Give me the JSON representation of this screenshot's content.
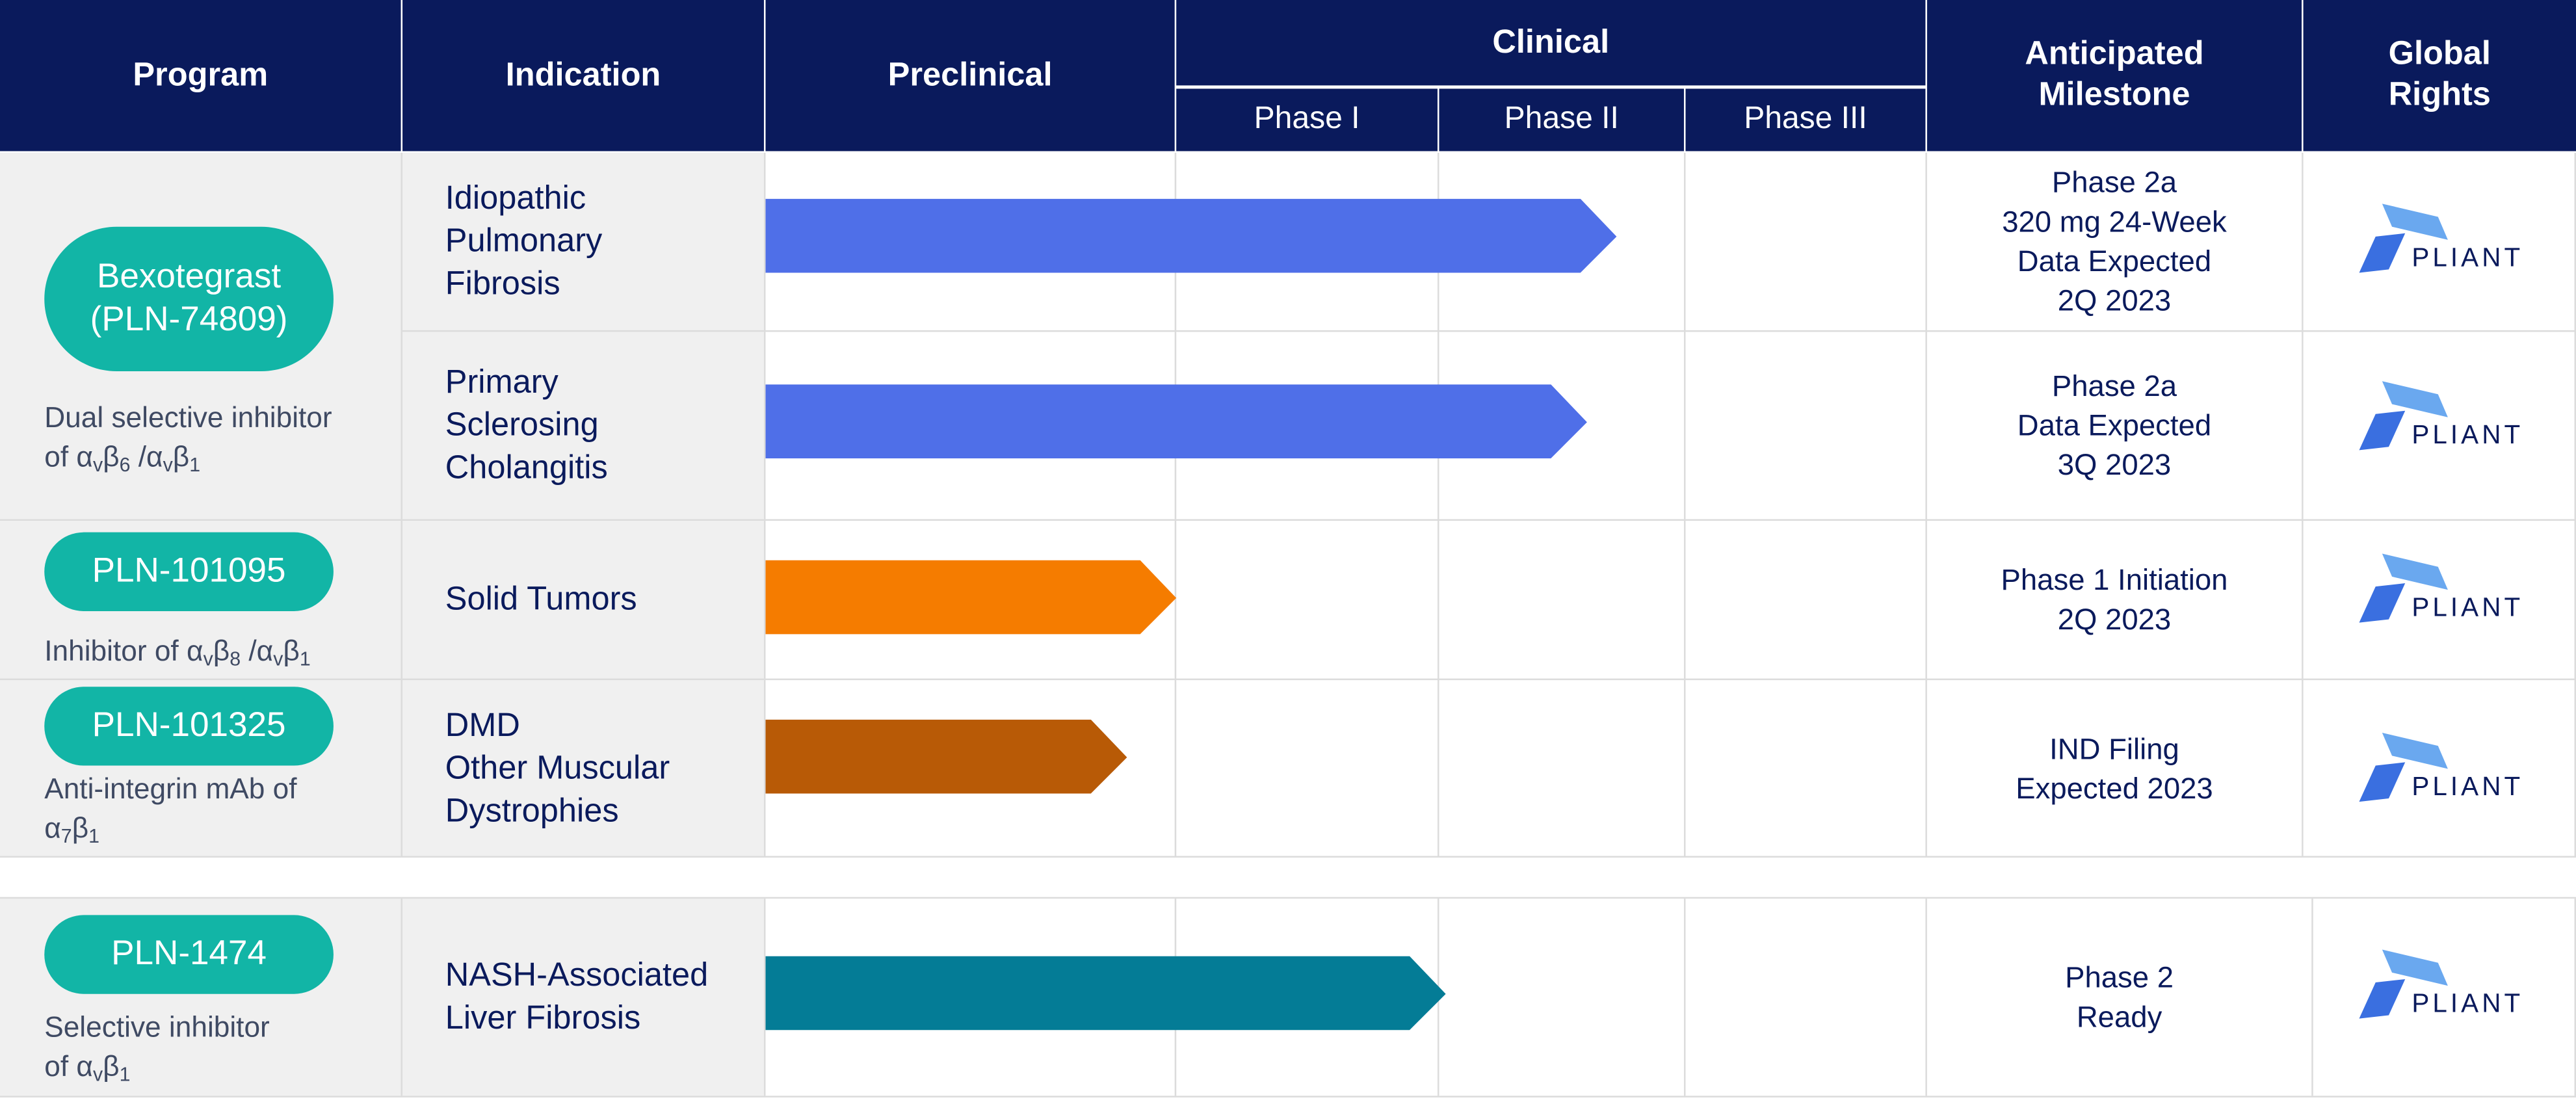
{
  "header": {
    "program": "Program",
    "indication": "Indication",
    "preclinical": "Preclinical",
    "clinical": "Clinical",
    "phase1": "Phase I",
    "phase2": "Phase II",
    "phase3": "Phase III",
    "milestone_line1": "Anticipated",
    "milestone_line2": "Milestone",
    "rights_line1": "Global",
    "rights_line2": "Rights"
  },
  "programs": [
    {
      "name_line1": "Bexotegrast",
      "name_line2": "(PLN-74809)",
      "desc_line1": "Dual selective inhibitor",
      "desc_line2_prefix": "of α",
      "indications": [
        {
          "lines": [
            "Idiopathic",
            "Pulmonary",
            "Fibrosis"
          ],
          "stage": "Phase II",
          "progress_pct": 76,
          "bar_color": "#4f6fe8",
          "milestone": [
            "Phase 2a",
            "320 mg 24-Week",
            "Data Expected",
            "2Q 2023"
          ]
        },
        {
          "lines": [
            "Primary",
            "Sclerosing",
            "Cholangitis"
          ],
          "stage": "Phase II",
          "progress_pct": 71,
          "bar_color": "#4f6fe8",
          "milestone": [
            "Phase 2a",
            "Data Expected",
            "3Q 2023"
          ]
        }
      ]
    },
    {
      "name": "PLN-101095",
      "desc_prefix": "Inhibitor of α",
      "indication": "Solid Tumors",
      "stage": "Preclinical",
      "progress_pct": 35,
      "bar_color": "#f57c00",
      "milestone": [
        "Phase 1 Initiation",
        "2Q 2023"
      ]
    },
    {
      "name": "PLN-101325",
      "desc_line1": "Anti-integrin mAb of",
      "desc_line2_prefix": "α",
      "indication_lines": [
        "DMD",
        "Other Muscular",
        "Dystrophies"
      ],
      "stage": "Preclinical",
      "progress_pct": 31,
      "bar_color": "#b85a06",
      "milestone": [
        "IND Filing",
        "Expected 2023"
      ]
    },
    {
      "name": "PLN-1474",
      "desc_line1": "Selective inhibitor",
      "desc_line2_prefix": "of α",
      "indication_lines": [
        "NASH-Associated",
        "Liver Fibrosis"
      ],
      "stage": "Phase I",
      "progress_pct": 59,
      "bar_color": "#047c96",
      "milestone": [
        "Phase 2",
        "Ready"
      ]
    }
  ],
  "greek": {
    "beta": "β",
    "v": "v",
    "n6": "6",
    "n8": "8",
    "n1": "1",
    "n7": "7",
    "slash_alpha": " /α"
  },
  "logo_text": "PLIANT",
  "colors": {
    "header_bg": "#0a1a5c",
    "pill": "#12b5a6",
    "cell_grey": "#f0f0f0",
    "grid": "#dcdcdc"
  }
}
